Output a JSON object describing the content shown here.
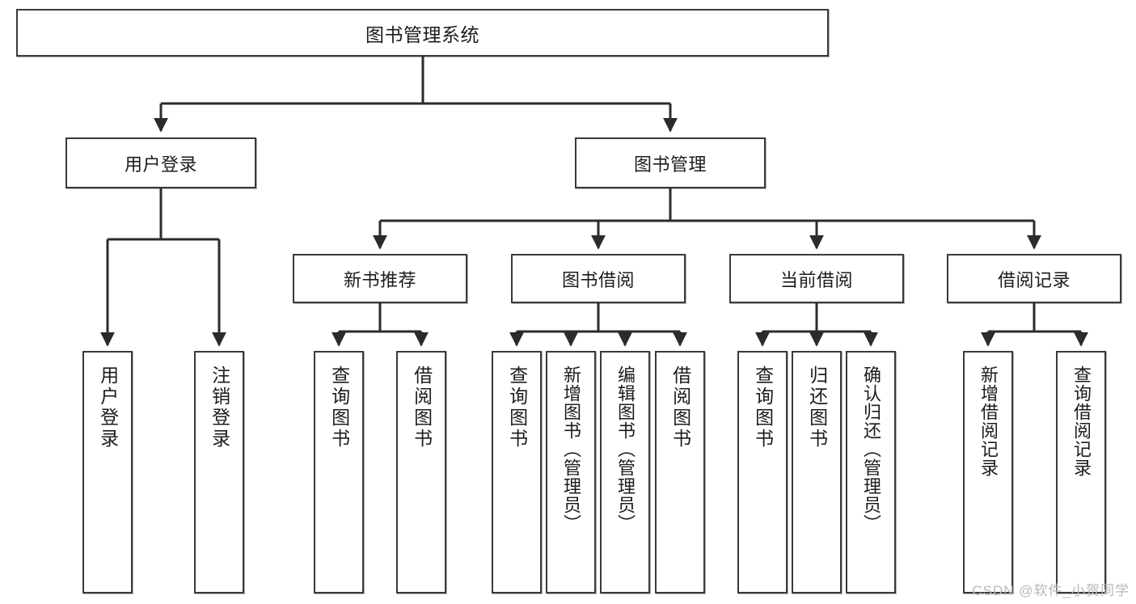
{
  "diagram": {
    "type": "tree-hierarchy",
    "title": "图书管理系统",
    "orientation": "top-down",
    "colors": {
      "box_border": "#3a3a3a",
      "box_fill": "#ffffff",
      "edge": "#2b2b2b",
      "text": "#1c1c1c",
      "watermark": "#b9b9b9"
    },
    "root": {
      "label": "图书管理系统"
    },
    "level2": [
      {
        "label": "用户登录"
      },
      {
        "label": "图书管理"
      }
    ],
    "level3": [
      {
        "label": "新书推荐"
      },
      {
        "label": "图书借阅"
      },
      {
        "label": "当前借阅"
      },
      {
        "label": "借阅记录"
      }
    ],
    "leaves": {
      "user_login": [
        {
          "label": "用户登录"
        },
        {
          "label": "注销登录"
        }
      ],
      "new_book_recommend": [
        {
          "label": "查询图书"
        },
        {
          "label": "借阅图书"
        }
      ],
      "book_borrow": [
        {
          "label": "查询图书"
        },
        {
          "label": "新增图书（管理员）"
        },
        {
          "label": "编辑图书（管理员）"
        },
        {
          "label": "借阅图书"
        }
      ],
      "current_borrow": [
        {
          "label": "查询图书"
        },
        {
          "label": "归还图书"
        },
        {
          "label": "确认归还（管理员）"
        }
      ],
      "borrow_record": [
        {
          "label": "新增借阅记录"
        },
        {
          "label": "查询借阅记录"
        }
      ]
    }
  },
  "watermark": {
    "text": "CSDN @软件_小贺同学"
  }
}
